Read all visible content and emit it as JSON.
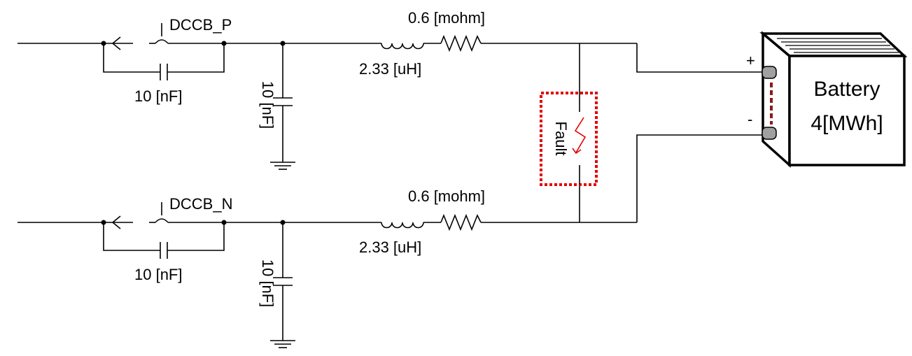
{
  "breaker_p": "DCCB_P",
  "breaker_n": "DCCB_N",
  "snubber_cap_p": "10 [nF]",
  "snubber_cap_n": "10 [nF]",
  "shunt_cap_p": "10 [nF]",
  "shunt_cap_n": "10 [nF]",
  "resistor_p": "0.6 [mohm]",
  "resistor_n": "0.6 [mohm]",
  "inductor_p": "2.33 [uH]",
  "inductor_n": "2.33 [uH]",
  "fault_label": "Fault",
  "battery": {
    "line1": "Battery",
    "line2": "4[MWh]",
    "plus": "+",
    "minus": "-"
  },
  "colors": {
    "wire": "#000000",
    "fault_box": "#e00000",
    "fault_arrow": "#e00000",
    "battery_link": "#8b1a1a",
    "terminal": "#a0a0a0"
  }
}
